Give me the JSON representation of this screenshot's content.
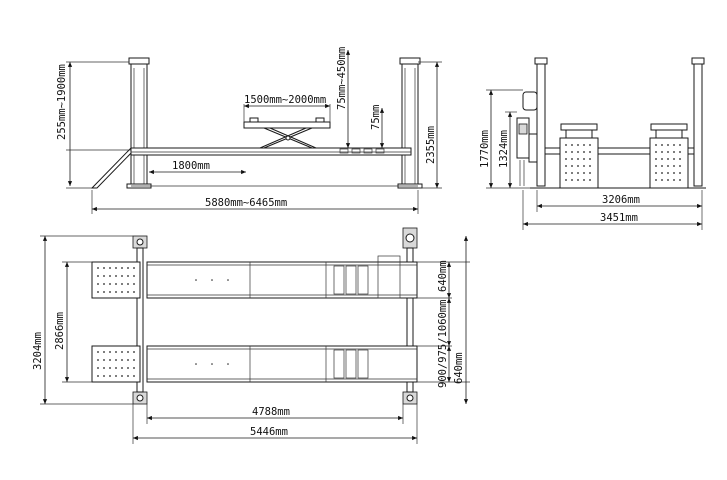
{
  "views": {
    "side": {
      "dims": {
        "lift_range": "255mm~1900mm",
        "deck_travel": "1500mm~2000mm",
        "jack_range": "75mm~450mm",
        "jack_min": "75mm",
        "column_height": "2355mm",
        "ramp_length": "1800mm",
        "overall_length": "5880mm~6465mm"
      }
    },
    "front": {
      "dims": {
        "total_height": "1770mm",
        "inner_height": "1324mm",
        "inner_width": "3206mm",
        "overall_width": "3451mm"
      }
    },
    "top": {
      "dims": {
        "overall_width": "3204mm",
        "platform_span": "2866mm",
        "runway_width_top": "640mm",
        "gap_range": "900/975/1060mm",
        "runway_width_bottom": "640mm",
        "inner_length": "4788mm",
        "overall_length": "5446mm"
      }
    }
  }
}
